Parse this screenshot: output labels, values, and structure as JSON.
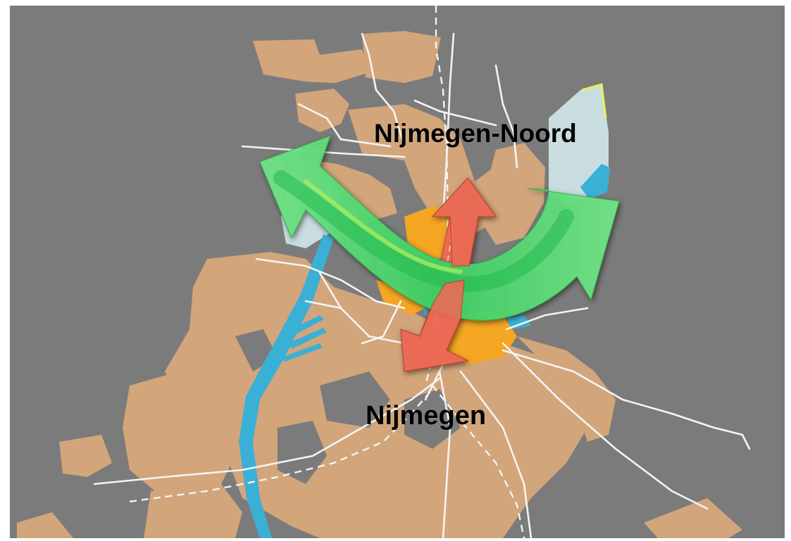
{
  "map": {
    "background_color": "#7b7b7b",
    "urban_color": "#d2a57b",
    "water_color": "#3ab0d6",
    "floodplain_color": "#c9dde0",
    "city_centre_color": "#f5a623",
    "river_arrow_color": "#6ee07a",
    "crossing_arrow_color": "#ea6a55",
    "road_color": "#ffffff"
  },
  "labels": {
    "north": "Nijmegen-Noord",
    "south": "Nijmegen"
  },
  "legend_symbols": {
    "river_corridor": "green-double-arrow",
    "city_connection": "red-double-arrow"
  }
}
